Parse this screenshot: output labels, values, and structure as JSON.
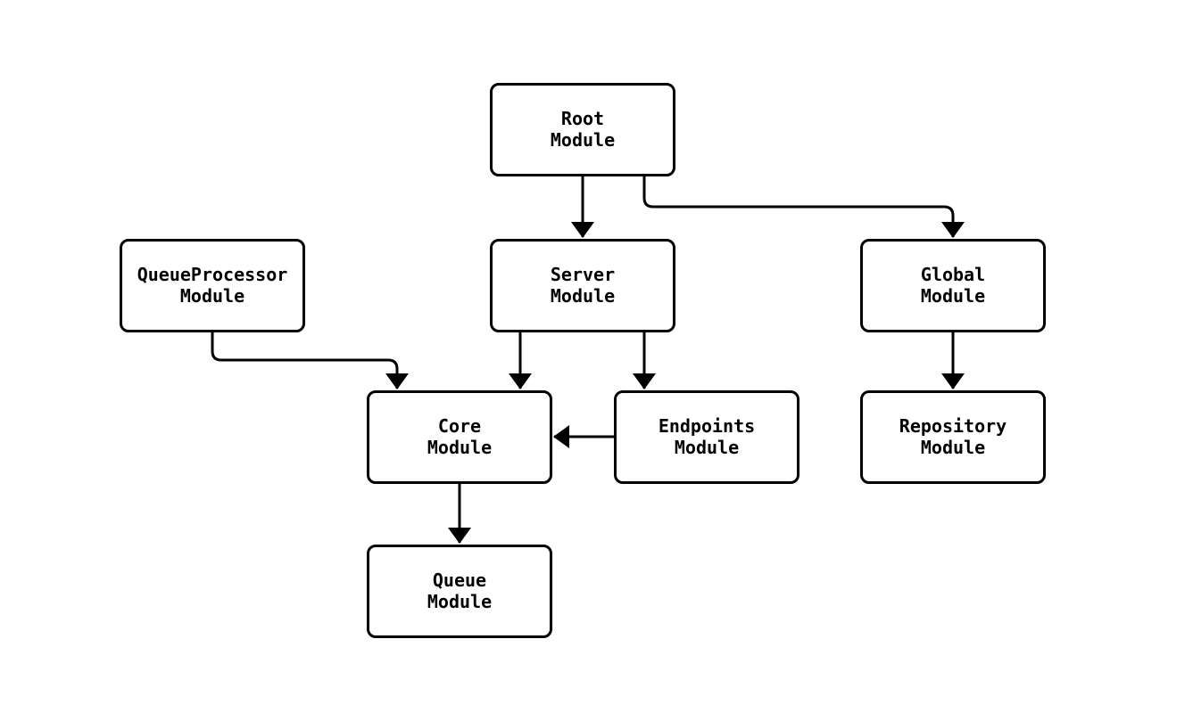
{
  "diagram": {
    "type": "module-dependency-graph",
    "colors": {
      "background": "#ffffff",
      "stroke": "#000000",
      "text": "#000000"
    },
    "nodes": [
      {
        "id": "root-module",
        "label": "Root\nModule"
      },
      {
        "id": "queueprocessor-module",
        "label": "QueueProcessor\nModule"
      },
      {
        "id": "server-module",
        "label": "Server\nModule"
      },
      {
        "id": "global-module",
        "label": "Global\nModule"
      },
      {
        "id": "core-module",
        "label": "Core\nModule"
      },
      {
        "id": "endpoints-module",
        "label": "Endpoints\nModule"
      },
      {
        "id": "repository-module",
        "label": "Repository\nModule"
      },
      {
        "id": "queue-module",
        "label": "Queue\nModule"
      }
    ],
    "edges": [
      {
        "from": "root-module",
        "to": "server-module"
      },
      {
        "from": "root-module",
        "to": "global-module"
      },
      {
        "from": "queueprocessor-module",
        "to": "core-module"
      },
      {
        "from": "server-module",
        "to": "core-module"
      },
      {
        "from": "server-module",
        "to": "endpoints-module"
      },
      {
        "from": "endpoints-module",
        "to": "core-module"
      },
      {
        "from": "global-module",
        "to": "repository-module"
      },
      {
        "from": "core-module",
        "to": "queue-module"
      }
    ]
  }
}
